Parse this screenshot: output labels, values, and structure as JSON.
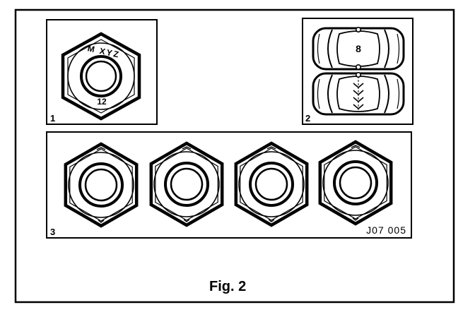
{
  "panels": {
    "panel1": {
      "number": "1",
      "marking_top": "M XYZ",
      "marking_bottom": "12"
    },
    "panel2": {
      "number": "2",
      "marking_top": "8"
    },
    "panel3": {
      "number": "3",
      "reference": "J07 005"
    }
  },
  "caption": "Fig. 2",
  "colors": {
    "ink": "#000000",
    "paper": "#ffffff"
  }
}
